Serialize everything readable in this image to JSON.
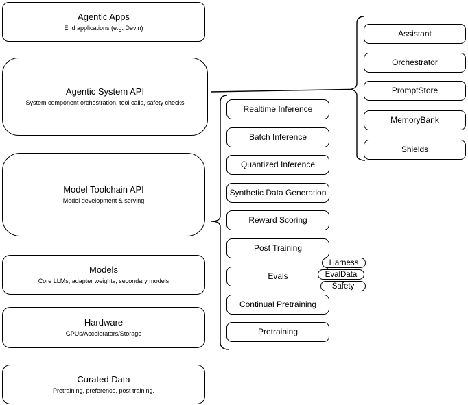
{
  "diagram": {
    "stack": [
      {
        "title": "Agentic Apps",
        "subtitle": "End applications (e.g. Devin)"
      },
      {
        "title": "Agentic System API",
        "subtitle": "System component orchestration, tool calls, safety checks"
      },
      {
        "title": "Model Toolchain API",
        "subtitle": "Model development & serving"
      },
      {
        "title": "Models",
        "subtitle": "Core LLMs, adapter weights, secondary models"
      },
      {
        "title": "Hardware",
        "subtitle": "GPUs/Accelerators/Storage"
      },
      {
        "title": "Curated Data",
        "subtitle": "Pretraining, preference, post training."
      }
    ],
    "toolchain_api_items": [
      "Realtime Inference",
      "Batch Inference",
      "Quantized Inference",
      "Synthetic Data Generation",
      "Reward Scoring",
      "Post Training",
      "Evals",
      "Continual Pretraining",
      "Pretraining"
    ],
    "evals_tags": [
      "Harness",
      "EvalData",
      "Safety"
    ],
    "system_api_items": [
      "Assistant",
      "Orchestrator",
      "PromptStore",
      "MemoryBank",
      "Shields"
    ],
    "colors": {
      "stroke": "#000000",
      "background": "#ffffff",
      "text": "#000000"
    }
  }
}
